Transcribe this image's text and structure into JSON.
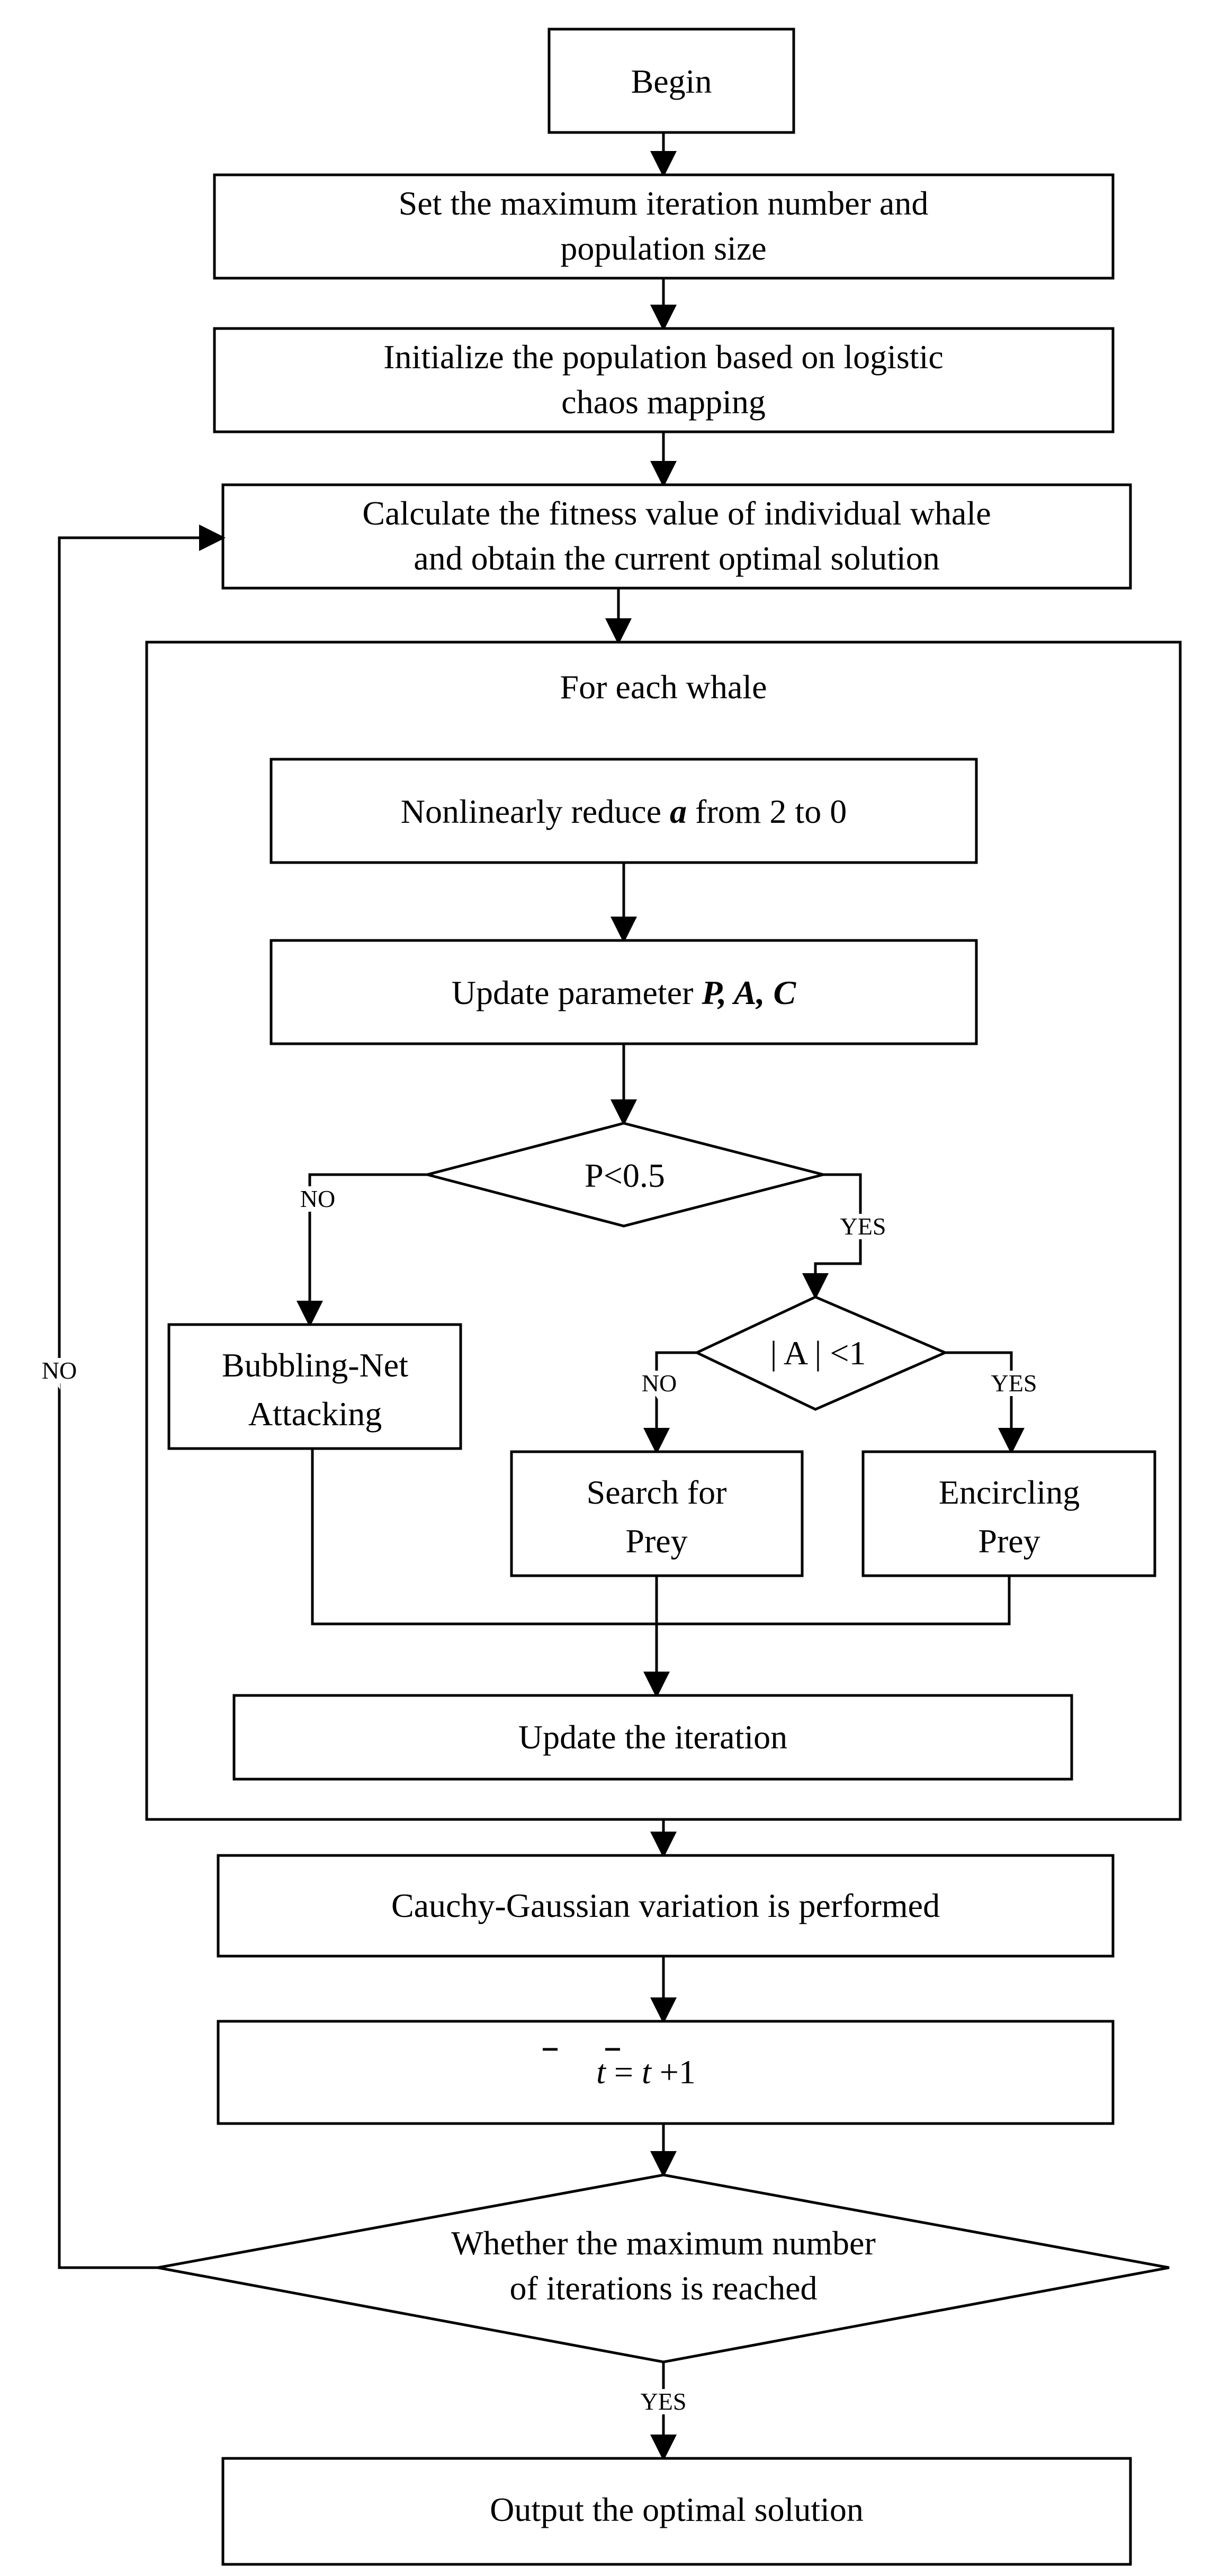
{
  "nodes": {
    "begin": "Begin",
    "set_params": [
      "Set the maximum iteration number and",
      "population size"
    ],
    "init_population": [
      "Initialize the population based on logistic",
      "chaos mapping"
    ],
    "calc_fitness": [
      "Calculate the fitness value of individual whale",
      "and obtain the current optimal solution"
    ],
    "loop_title": "For each whale",
    "reduce_a": {
      "before": "Nonlinearly reduce ",
      "var": "a",
      "after": " from 2 to 0"
    },
    "update_params": {
      "before": "Update parameter ",
      "vars": "P, A, C"
    },
    "decision_p": "P<0.5",
    "decision_a": "| A | <1",
    "bubbling_net": [
      "Bubbling-Net",
      "Attacking"
    ],
    "search_prey": [
      "Search for",
      "Prey"
    ],
    "encircling_prey": [
      "Encircling",
      "Prey"
    ],
    "update_iteration": "Update the iteration",
    "cauchy_gaussian": "Cauchy-Gaussian variation is performed",
    "increment": {
      "lhs": "t",
      "eq": " = ",
      "rhs": "t",
      "plus": " +1"
    },
    "decision_max": [
      "Whether the maximum number",
      "of iterations is reached"
    ],
    "output": "Output the optimal solution"
  },
  "edge_labels": {
    "p_no": "NO",
    "p_yes": "YES",
    "a_no": "NO",
    "a_yes": "YES",
    "loop_no": "NO",
    "max_yes": "YES"
  },
  "colors": {
    "stroke": "#000000",
    "background": "#ffffff",
    "text": "#000000"
  }
}
